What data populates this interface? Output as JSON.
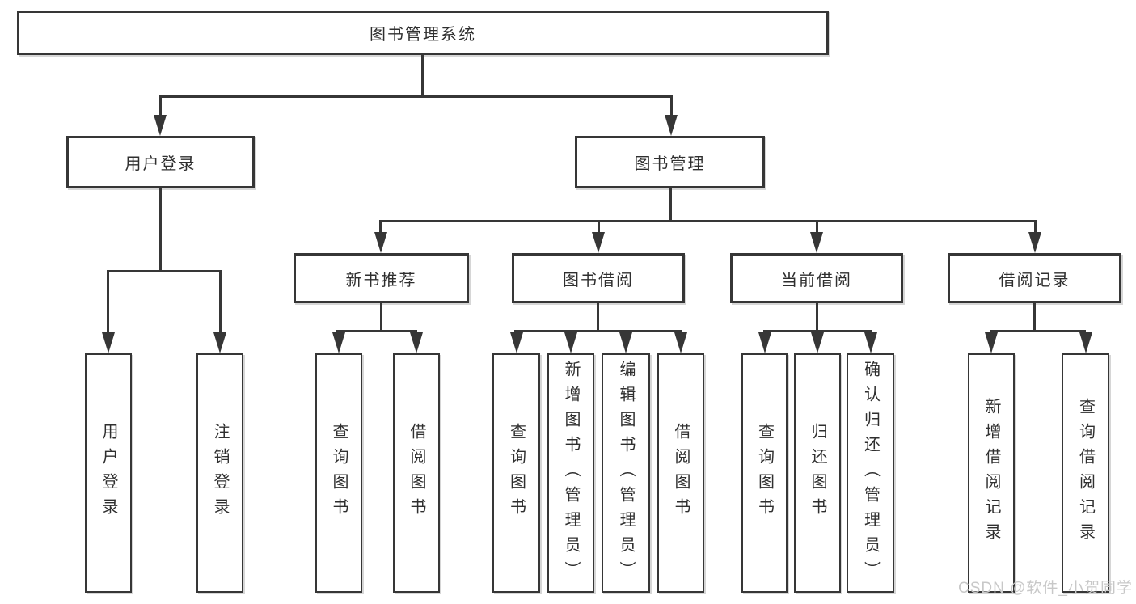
{
  "diagram": {
    "title": "图书管理系统",
    "colors": {
      "line": "#363636",
      "text": "#2f2f2f",
      "box_background": "#ffffff",
      "watermark": "#c8c8c8"
    },
    "nodes": {
      "root": "图书管理系统",
      "level2": [
        "用户登录",
        "图书管理"
      ],
      "level3": [
        "新书推荐",
        "图书借阅",
        "当前借阅",
        "借阅记录"
      ],
      "leaves": [
        "用户登录",
        "注销登录",
        "查询图书",
        "借阅图书",
        "查询图书",
        "新增图书（管理员）",
        "编辑图书（管理员）",
        "借阅图书",
        "查询图书",
        "归还图书",
        "确认归还（管理员）",
        "新增借阅记录",
        "查询借阅记录"
      ]
    },
    "hierarchy": {
      "图书管理系统": [
        "用户登录",
        "图书管理"
      ],
      "用户登录": [
        "用户登录",
        "注销登录"
      ],
      "图书管理": [
        "新书推荐",
        "图书借阅",
        "当前借阅",
        "借阅记录"
      ],
      "新书推荐": [
        "查询图书",
        "借阅图书"
      ],
      "图书借阅": [
        "查询图书",
        "新增图书（管理员）",
        "编辑图书（管理员）",
        "借阅图书"
      ],
      "当前借阅": [
        "查询图书",
        "归还图书",
        "确认归还（管理员）"
      ],
      "借阅记录": [
        "新增借阅记录",
        "查询借阅记录"
      ]
    },
    "watermark": "CSDN @软件_小贺同学"
  }
}
